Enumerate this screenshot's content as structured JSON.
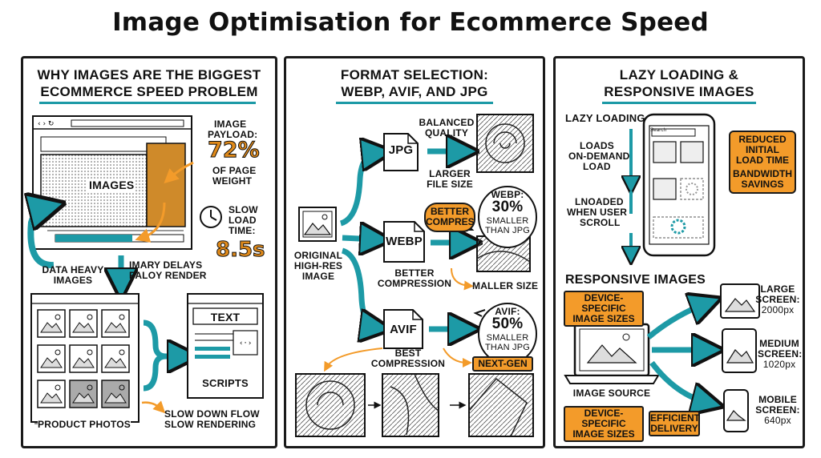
{
  "title": "Image Optimisation for Ecommerce Speed",
  "colors": {
    "teal": "#1d9aa6",
    "orange": "#f39b2a",
    "ink": "#1a1a1a"
  },
  "panel1": {
    "heading_line1": "WHY IMAGES ARE THE BIGGEST",
    "heading_line2": "ECOMMERCE SPEED PROBLEM",
    "images_label": "IMAGES",
    "payload_label_line1": "IMAGE",
    "payload_label_line2": "PAYLOAD:",
    "payload_value": "72%",
    "payload_sub_line1": "OF PAGE",
    "payload_sub_line2": "WEIGHT",
    "slow_line1": "SLOW",
    "slow_line2": "LOAD",
    "slow_line3": "TIME:",
    "load_time": "8.5s",
    "data_heavy_line1": "DATA HEAVY",
    "data_heavy_line2": "IMAGES",
    "delays_line1": "IMARY DELAYS",
    "delays_line2": "PALOY RENDER",
    "text_label": "TEXT",
    "scripts_label": "SCRIPTS",
    "product_photos": "PRODUCT PHOTOS",
    "slow_flow_line1": "SLOW DOWN FLOW",
    "slow_flow_line2": "SLOW RENDERING"
  },
  "panel2": {
    "heading_line1": "FORMAT SELECTION:",
    "heading_line2": "WEBP, AVIF, AND JPG",
    "original_line1": "ORIGINAL",
    "original_line2": "HIGH-RES",
    "original_line3": "IMAGE",
    "jpg": "JPG",
    "jpg_note_line1": "BALANCED",
    "jpg_note_line2": "QUALITY",
    "jpg_size_line1": "LARGER",
    "jpg_size_line2": "FILE SIZE",
    "webp": "WEBP",
    "better_compres_line1": "BETTER",
    "better_compres_line2": "COMPRES",
    "webp_note_line1": "BETTER",
    "webp_note_line2": "COMPRESSION",
    "webp_stat_line1": "WEBP:",
    "webp_stat_value": "30%",
    "webp_stat_line3": "SMALLER",
    "webp_stat_line4": "THAN JPG",
    "maller_size": "MALLER SIZE",
    "avif": "AVIF",
    "avif_note_line1": "BEST",
    "avif_note_line2": "COMPRESSION",
    "avif_stat_line1": "AVIF:",
    "avif_stat_value": "50%",
    "avif_stat_line3": "SMALLER",
    "avif_stat_line4": "THAN JPG",
    "next_gen": "NEXT-GEN"
  },
  "panel3": {
    "heading_line1": "LAZY LOADING &",
    "heading_line2": "RESPONSIVE IMAGES",
    "lazy_loading": "LAZY LOADING",
    "search_placeholder": "Search",
    "loads_line1": "LOADS",
    "loads_line2": "ON-DEMAND",
    "loads_line3": "LOAD",
    "lnoaded_line1": "LNOADED",
    "lnoaded_line2": "WHEN USER",
    "lnoaded_line3": "SCROLL",
    "reduced_line1": "REDUCED",
    "reduced_line2": "INITIAL",
    "reduced_line3": "LOAD TIME",
    "bandwidth_line1": "BANDWIDTH",
    "bandwidth_line2": "SAVINGS",
    "responsive_heading": "RESPONSIVE IMAGES",
    "device_tag_line1": "DEVICE-SPECIFIC",
    "device_tag_line2": "IMAGE SIZES",
    "image_source": "IMAGE SOURCE",
    "device_tag2_line1": "DEVICE-SPECIFIC",
    "device_tag2_line2": "IMAGE SIZES",
    "efficient_line1": "EFFICIENT",
    "efficient_line2": "DELIVERY",
    "large_line1": "LARGE",
    "large_line2": "SCREEN:",
    "large_size": "2000px",
    "medium_line1": "MEDIUM",
    "medium_line2": "SCREEN:",
    "medium_size": "1020px",
    "mobile_line1": "MOBILE",
    "mobile_line2": "SCREEN:",
    "mobile_size": "640px"
  },
  "icons": [
    "browser-window-icon",
    "clock-icon",
    "photo-grid-icon",
    "code-file-icon",
    "photo-icon",
    "fabric-swirl-image-icon",
    "smartphone-icon",
    "loading-spinner-icon",
    "laptop-icon",
    "tablet-icon",
    "monitor-icon"
  ]
}
